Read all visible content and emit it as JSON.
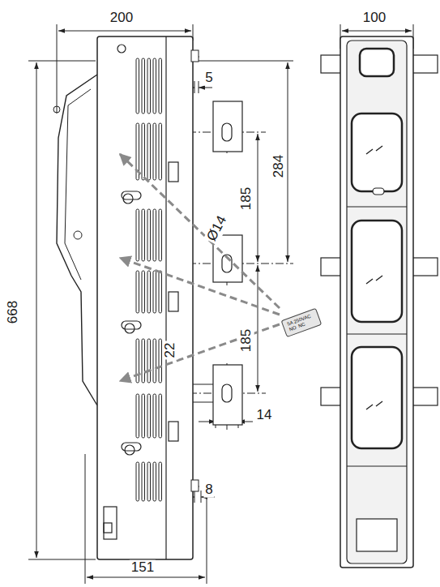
{
  "diagram": {
    "nodes": [
      {
        "text": [
          "5A 250VAC",
          "NO",
          "NC"
        ]
      }
    ],
    "labels": [
      "200",
      "100",
      "5",
      "284",
      "185",
      "Ø14",
      "185",
      "668",
      "22",
      "14",
      "8",
      "151"
    ]
  }
}
